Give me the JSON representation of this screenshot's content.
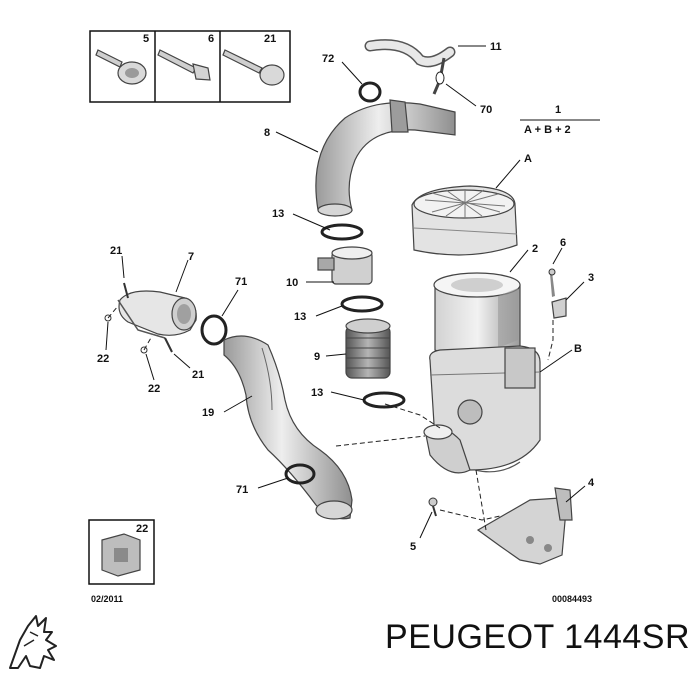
{
  "callouts": {
    "box_5": "5",
    "box_6": "6",
    "box_21": "21",
    "n72": "72",
    "n11": "11",
    "n70": "70",
    "n8": "8",
    "kit_num": "1",
    "kit_formula": "A + B + 2",
    "nA": "A",
    "n13a": "13",
    "n10": "10",
    "n13b": "13",
    "n9": "9",
    "n13c": "13",
    "n2": "2",
    "n6": "6",
    "n3": "3",
    "nB": "B",
    "n21a": "21",
    "n7": "7",
    "n71a": "71",
    "n22a": "22",
    "n22b": "22",
    "n21b": "21",
    "n19": "19",
    "n71b": "71",
    "n4": "4",
    "n5": "5",
    "box_22": "22"
  },
  "footer": {
    "date": "02/2011",
    "drawing_number": "00084493"
  },
  "caption": "PEUGEOT 1444SR",
  "colors": {
    "part_fill": "#e4e4e4",
    "part_dark": "#8a8a8a",
    "line": "#111111"
  }
}
